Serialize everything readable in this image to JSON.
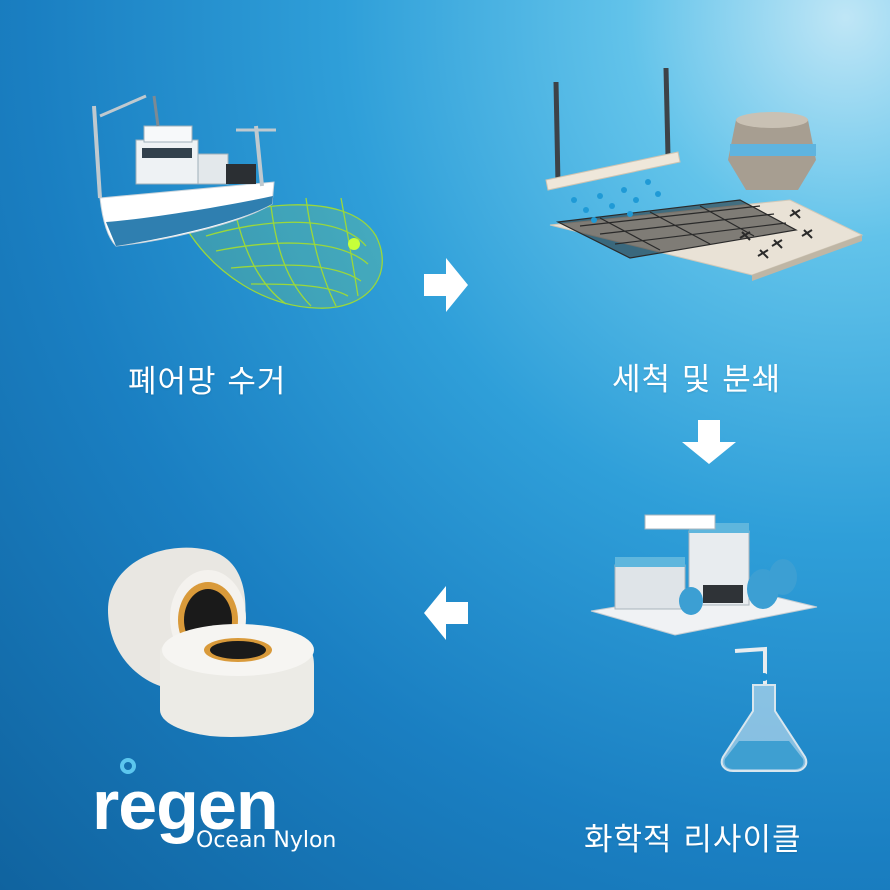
{
  "steps": [
    {
      "label": "폐어망 수거",
      "icon": "fishing-boat-with-net-icon"
    },
    {
      "label": "세척 및 분쇄",
      "icon": "washing-and-shredding-icon"
    },
    {
      "label": "화학적 리사이클",
      "icon": "chemical-plant-with-flask-icon"
    },
    {
      "label": "",
      "icon": "nylon-yarn-spools-icon"
    }
  ],
  "arrows": [
    "right-arrow-icon",
    "down-arrow-icon",
    "left-arrow-icon"
  ],
  "logo": {
    "word": "regen",
    "sub": "Ocean Nylon"
  },
  "colors": {
    "background_top": "#62c3ea",
    "background_bottom": "#10639f",
    "arrow": "#ffffff",
    "accent": "#5cc6ee"
  }
}
